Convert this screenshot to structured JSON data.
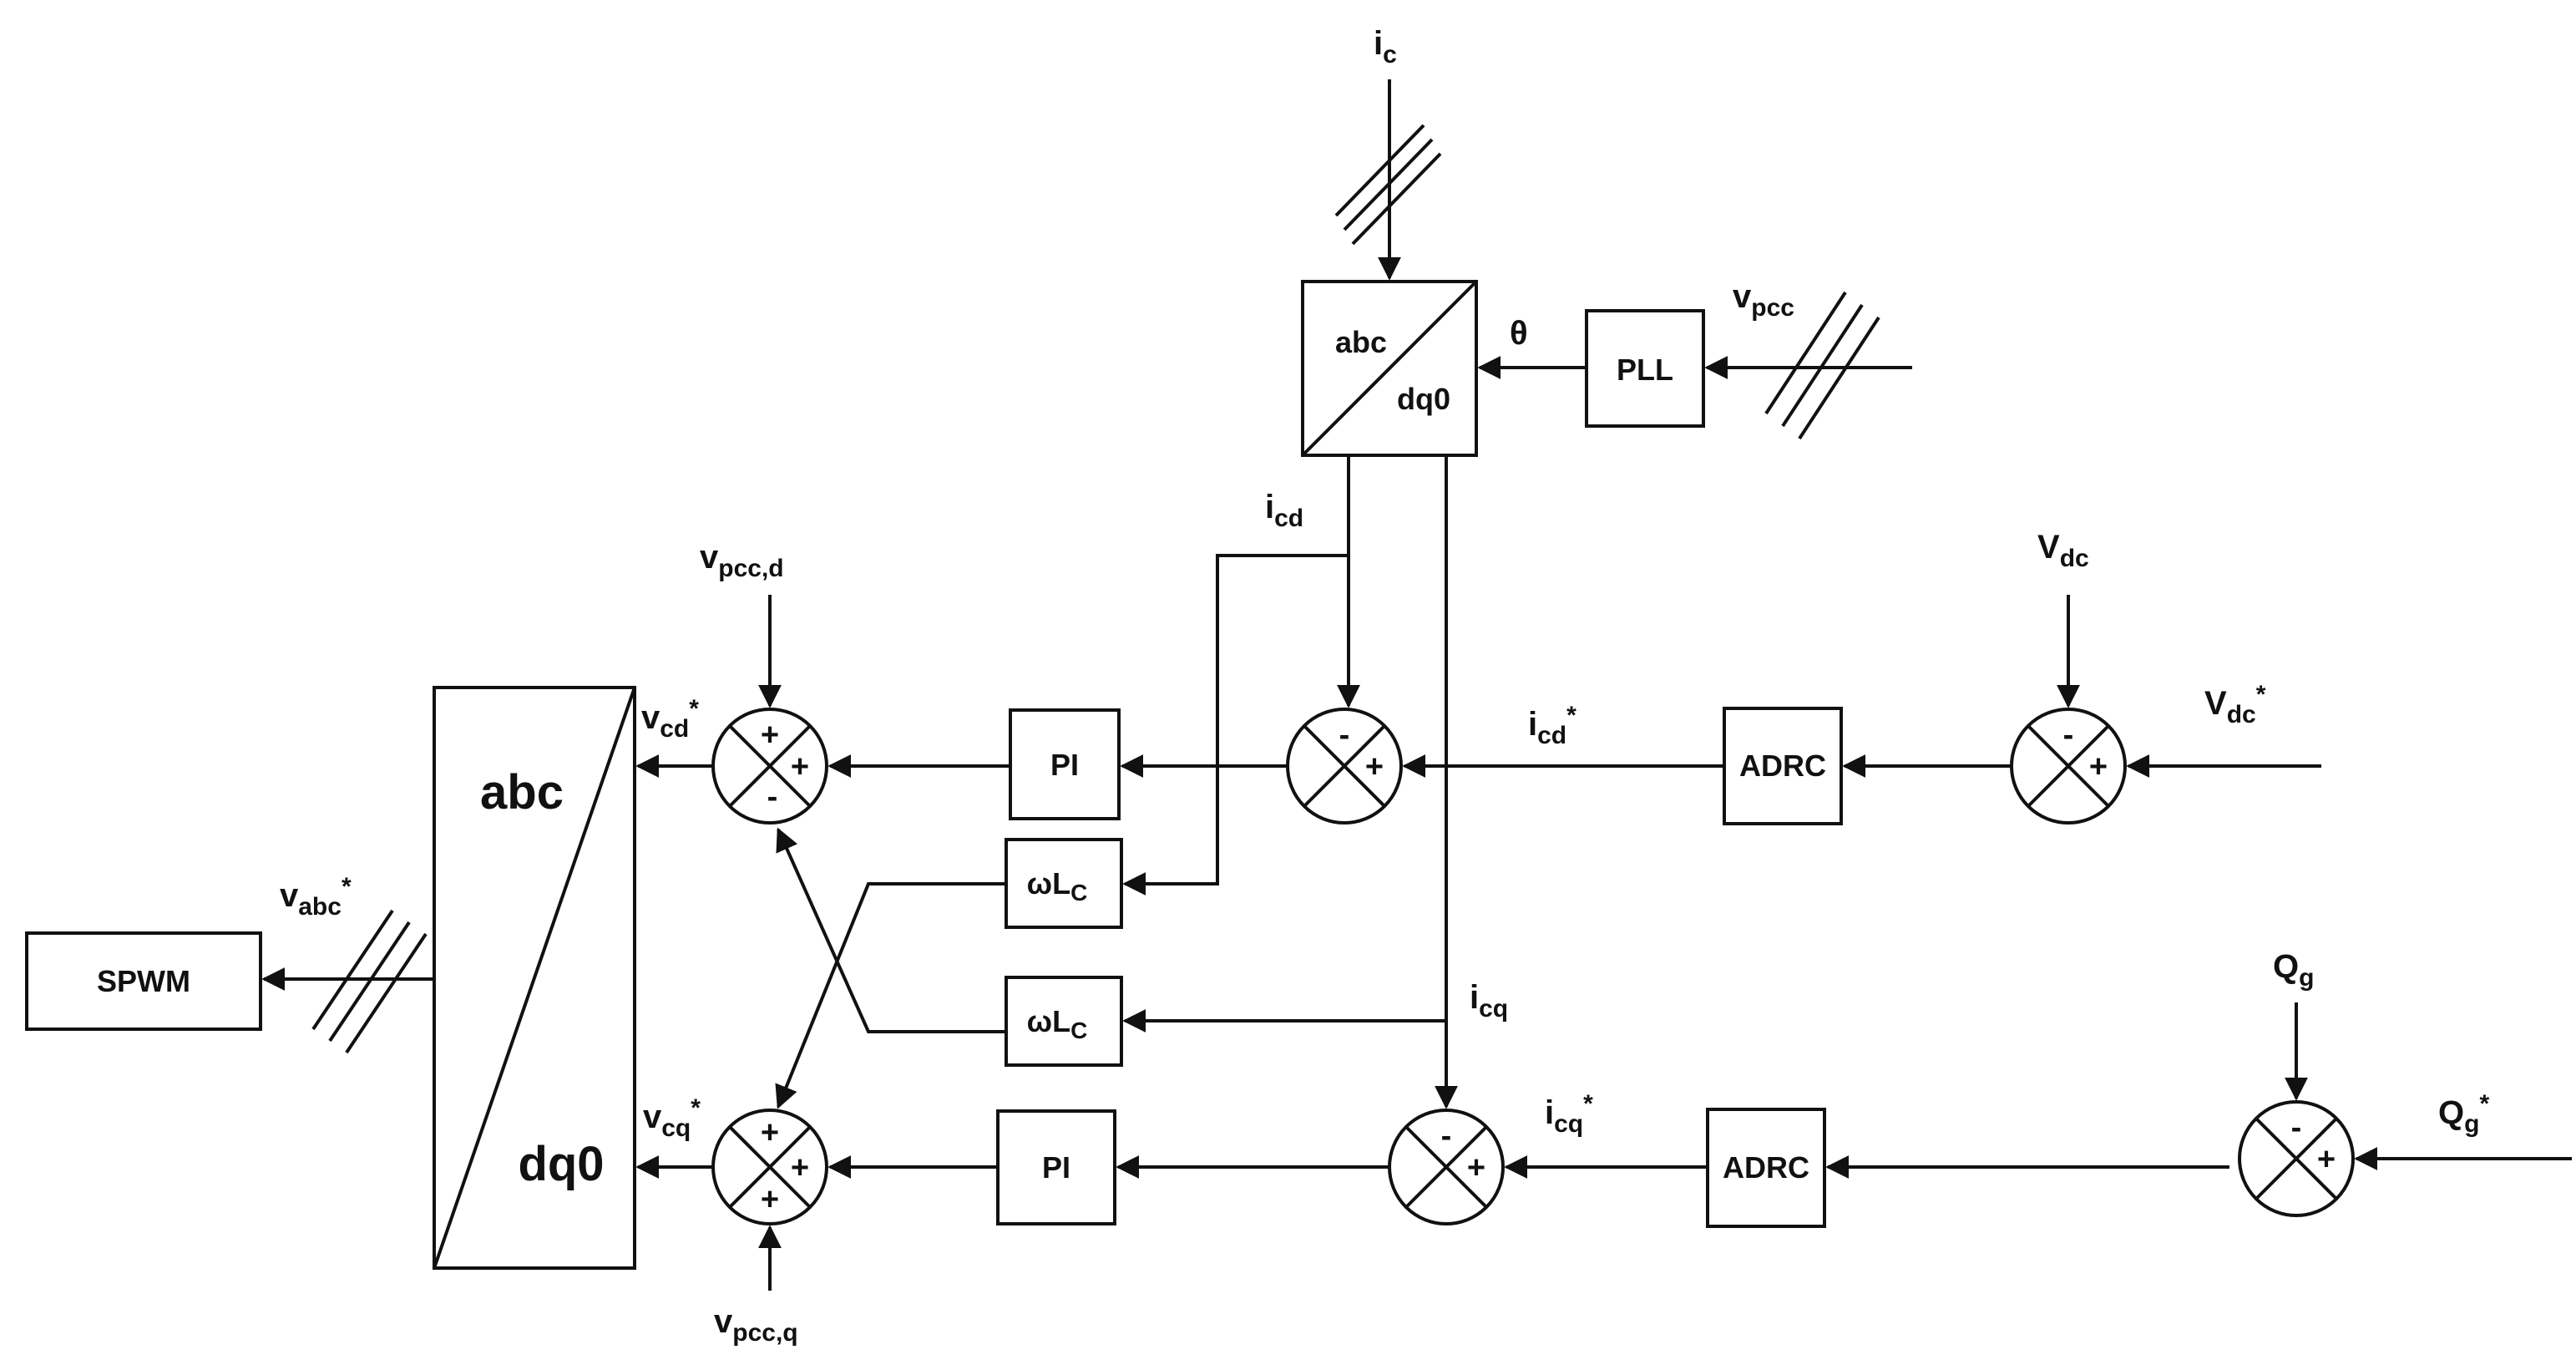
{
  "colors": {
    "stroke": "#111111",
    "background": "#ffffff"
  },
  "blocks": {
    "spwm": "SPWM",
    "park_top": {
      "abc": "abc",
      "dq0": "dq0"
    },
    "park_main": {
      "abc": "abc",
      "dq0": "dq0"
    },
    "pll": "PLL",
    "pi_d": "PI",
    "pi_q": "PI",
    "adrc_d": "ADRC",
    "adrc_q": "ADRC",
    "wl_d": {
      "main": "ωL",
      "sub": "C"
    },
    "wl_q": {
      "main": "ωL",
      "sub": "C"
    }
  },
  "signals": {
    "ic": {
      "main": "i",
      "sub": "c"
    },
    "theta": "θ",
    "vpcc": {
      "main": "v",
      "sub": "pcc"
    },
    "icd": {
      "main": "i",
      "sub": "cd"
    },
    "icq": {
      "main": "i",
      "sub": "cq"
    },
    "vpcc_d": {
      "main": "v",
      "sub": "pcc,d"
    },
    "vpcc_q": {
      "main": "v",
      "sub": "pcc,q"
    },
    "vcd_ref": {
      "main": "v",
      "sub": "cd",
      "sup": "*"
    },
    "vcq_ref": {
      "main": "v",
      "sub": "cq",
      "sup": "*"
    },
    "vabc_ref": {
      "main": "v",
      "sub": "abc",
      "sup": "*"
    },
    "icd_ref": {
      "main": "i",
      "sub": "cd",
      "sup": "*"
    },
    "icq_ref": {
      "main": "i",
      "sub": "cq",
      "sup": "*"
    },
    "vdc": {
      "main": "V",
      "sub": "dc"
    },
    "vdc_ref": {
      "main": "V",
      "sub": "dc",
      "sup": "*"
    },
    "qg": {
      "main": "Q",
      "sub": "g"
    },
    "qg_ref": {
      "main": "Q",
      "sub": "g",
      "sup": "*"
    }
  },
  "signs": {
    "plus": "+",
    "minus": "-"
  }
}
